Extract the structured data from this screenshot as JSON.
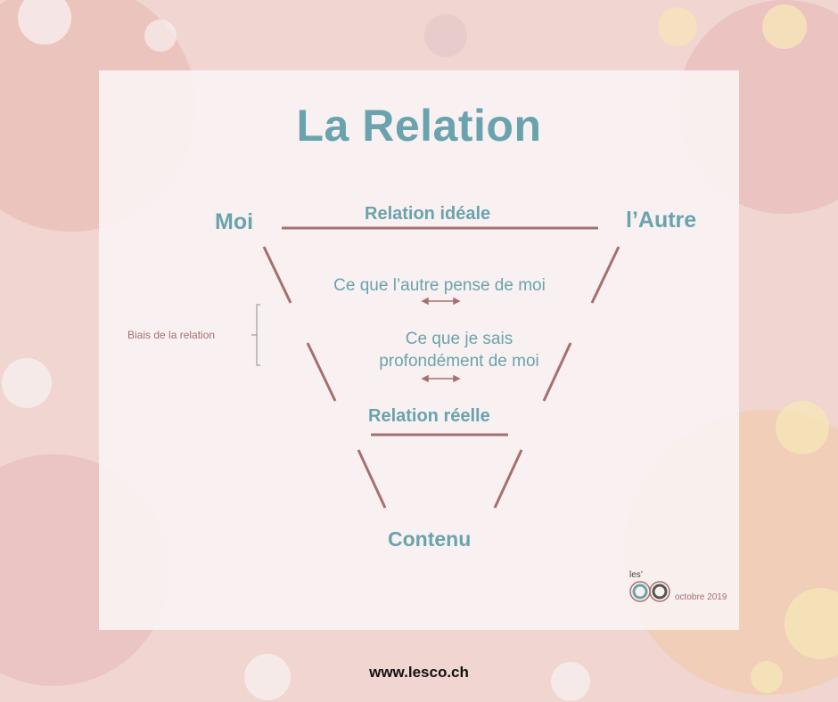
{
  "title": "La Relation",
  "moi": "Moi",
  "autre": "l’Autre",
  "relation_ideale": "Relation idéale",
  "ce_que_pense": "Ce que l’autre pense de moi",
  "ce_que_sais_line1": "Ce que je sais",
  "ce_que_sais_line2": "profondément de moi",
  "relation_reelle": "Relation réelle",
  "contenu": "Contenu",
  "biais": "Biais de la relation",
  "logo_les": "les’",
  "logo_date": "octobre 2019",
  "url": "www.lesco.ch",
  "colors": {
    "teal": "#6aa3ad",
    "rose": "#a66f70",
    "background": "#f3d9d4"
  }
}
